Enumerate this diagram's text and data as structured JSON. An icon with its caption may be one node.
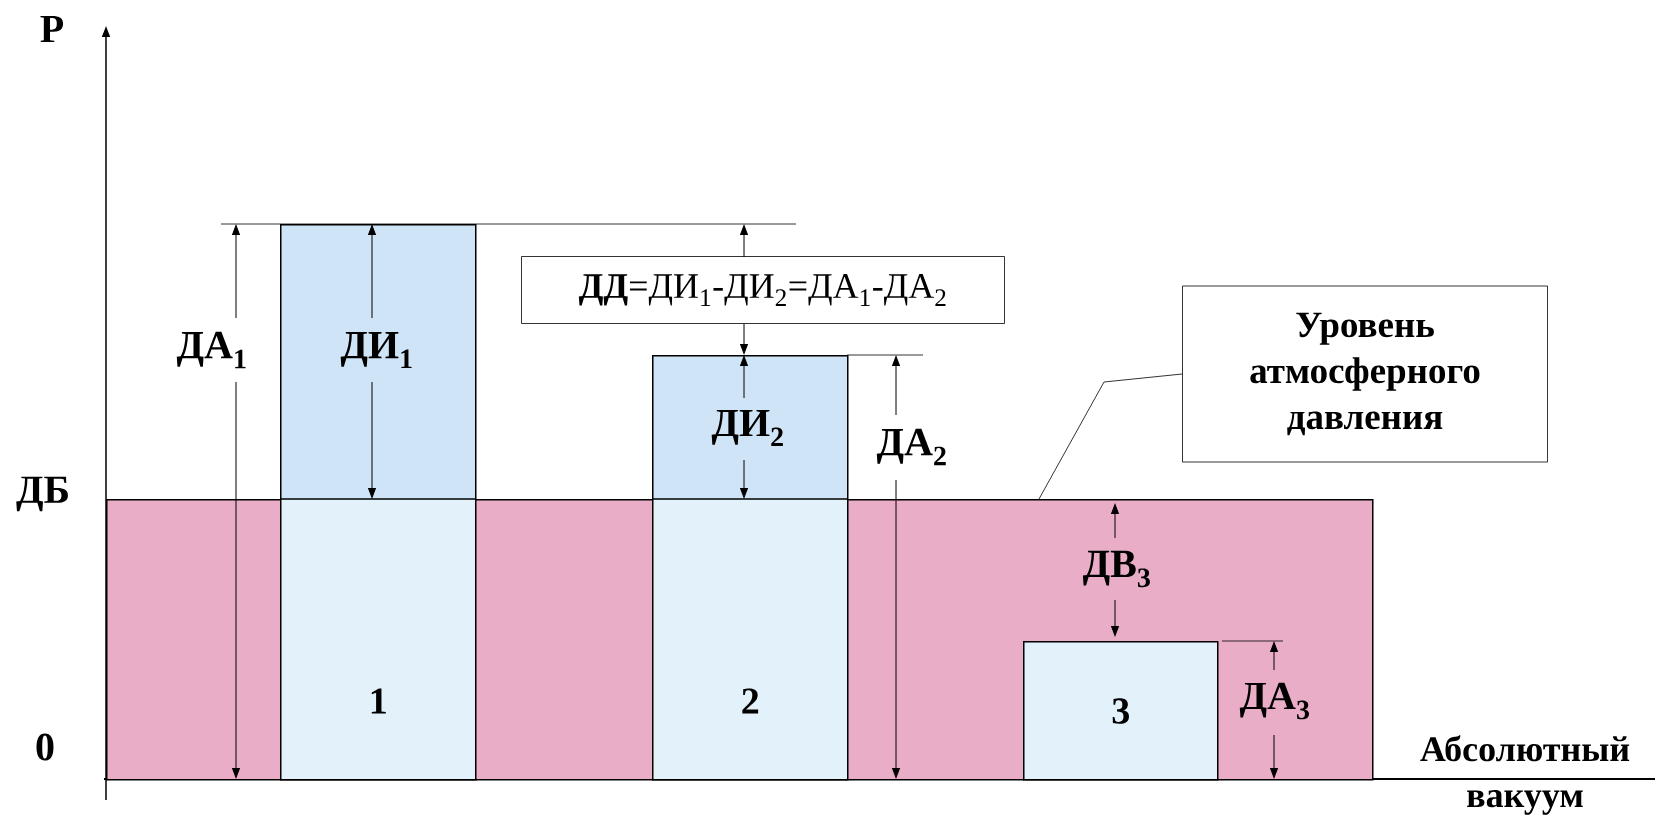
{
  "diagram": {
    "nodes": [
      {
        "text": [],
        "shape": "box"
      },
      {
        "text": [
          "1"
        ]
      },
      {
        "text": [
          "2"
        ]
      },
      {
        "text": [
          "3"
        ],
        "in": 0
      },
      {
        "text": [
          "**ДД**=ДИ$_{1}$-ДИ$_{2}$=ДА$_{1}$-ДА$_{2}$"
        ]
      },
      {
        "text": [
          "Уровень атмосферного давления"
        ]
      }
    ],
    "edges": [
      {
        "from": 5,
        "to": 0,
        "arrow": "none"
      },
      {
        "from": 4,
        "to": 2,
        "arrow": "to"
      }
    ],
    "labels": [
      "P",
      "ДА$_{1}$",
      "ДИ$_{1}$",
      "ДИ$_{2}$",
      "ДА$_{2}$",
      "ДБ",
      "ДВ$_{3}$",
      "ДА$_{3}$",
      "0",
      "Абсолютный вакуум"
    ]
  }
}
